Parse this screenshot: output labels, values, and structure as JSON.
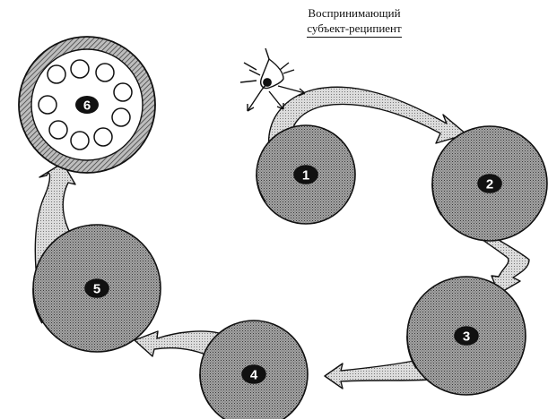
{
  "caption": {
    "line1": "Воспринимающий",
    "line2": "субъект-реципиент"
  },
  "stages": [
    {
      "id": "1",
      "label": "1"
    },
    {
      "id": "2",
      "label": "2"
    },
    {
      "id": "3",
      "label": "3"
    },
    {
      "id": "4",
      "label": "4"
    },
    {
      "id": "5",
      "label": "5"
    },
    {
      "id": "6",
      "label": "6"
    }
  ],
  "colors": {
    "ink": "#111111",
    "stage_fill": "#9a9a9a",
    "arrow_fill": "#d2d2d2"
  }
}
